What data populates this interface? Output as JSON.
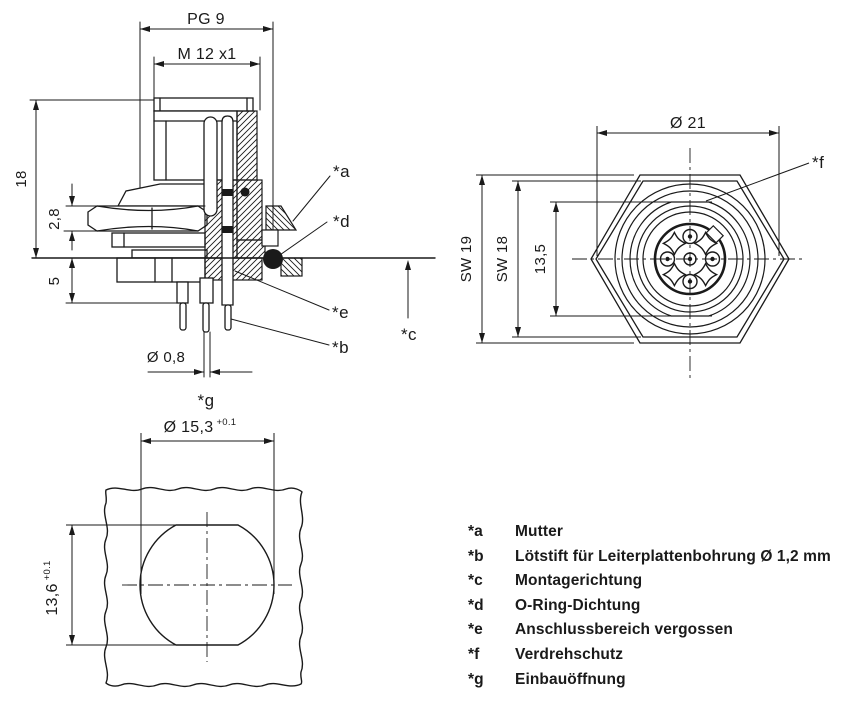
{
  "colors": {
    "line": "#1a1a1a",
    "background": "#ffffff"
  },
  "side_view": {
    "dim_pg9": "PG 9",
    "dim_m12": "M 12 x1",
    "dim_18": "18",
    "dim_2_8": "2,8",
    "dim_5": "5",
    "dim_pin": "Ø 0,8",
    "label_a": "*a",
    "label_b": "*b",
    "label_c": "*c",
    "label_d": "*d",
    "label_e": "*e",
    "label_g": "*g"
  },
  "front_view": {
    "dim_diameter": "Ø 21",
    "dim_sw19": "SW 19",
    "dim_sw18": "SW 18",
    "dim_13_5": "13,5",
    "label_f": "*f"
  },
  "cutout_view": {
    "dim_width": "Ø 15,3",
    "dim_width_tol": "+0.1",
    "dim_height": "13,6",
    "dim_height_tol": "+0.1"
  },
  "legend": {
    "items": [
      {
        "key": "*a",
        "text": "Mutter"
      },
      {
        "key": "*b",
        "text": "Lötstift für Leiterplattenbohrung Ø 1,2 mm"
      },
      {
        "key": "*c",
        "text": "Montagerichtung"
      },
      {
        "key": "*d",
        "text": "O-Ring-Dichtung"
      },
      {
        "key": "*e",
        "text": "Anschlussbereich vergossen"
      },
      {
        "key": "*f",
        "text": "Verdrehschutz"
      },
      {
        "key": "*g",
        "text": "Einbauöffnung"
      }
    ]
  }
}
